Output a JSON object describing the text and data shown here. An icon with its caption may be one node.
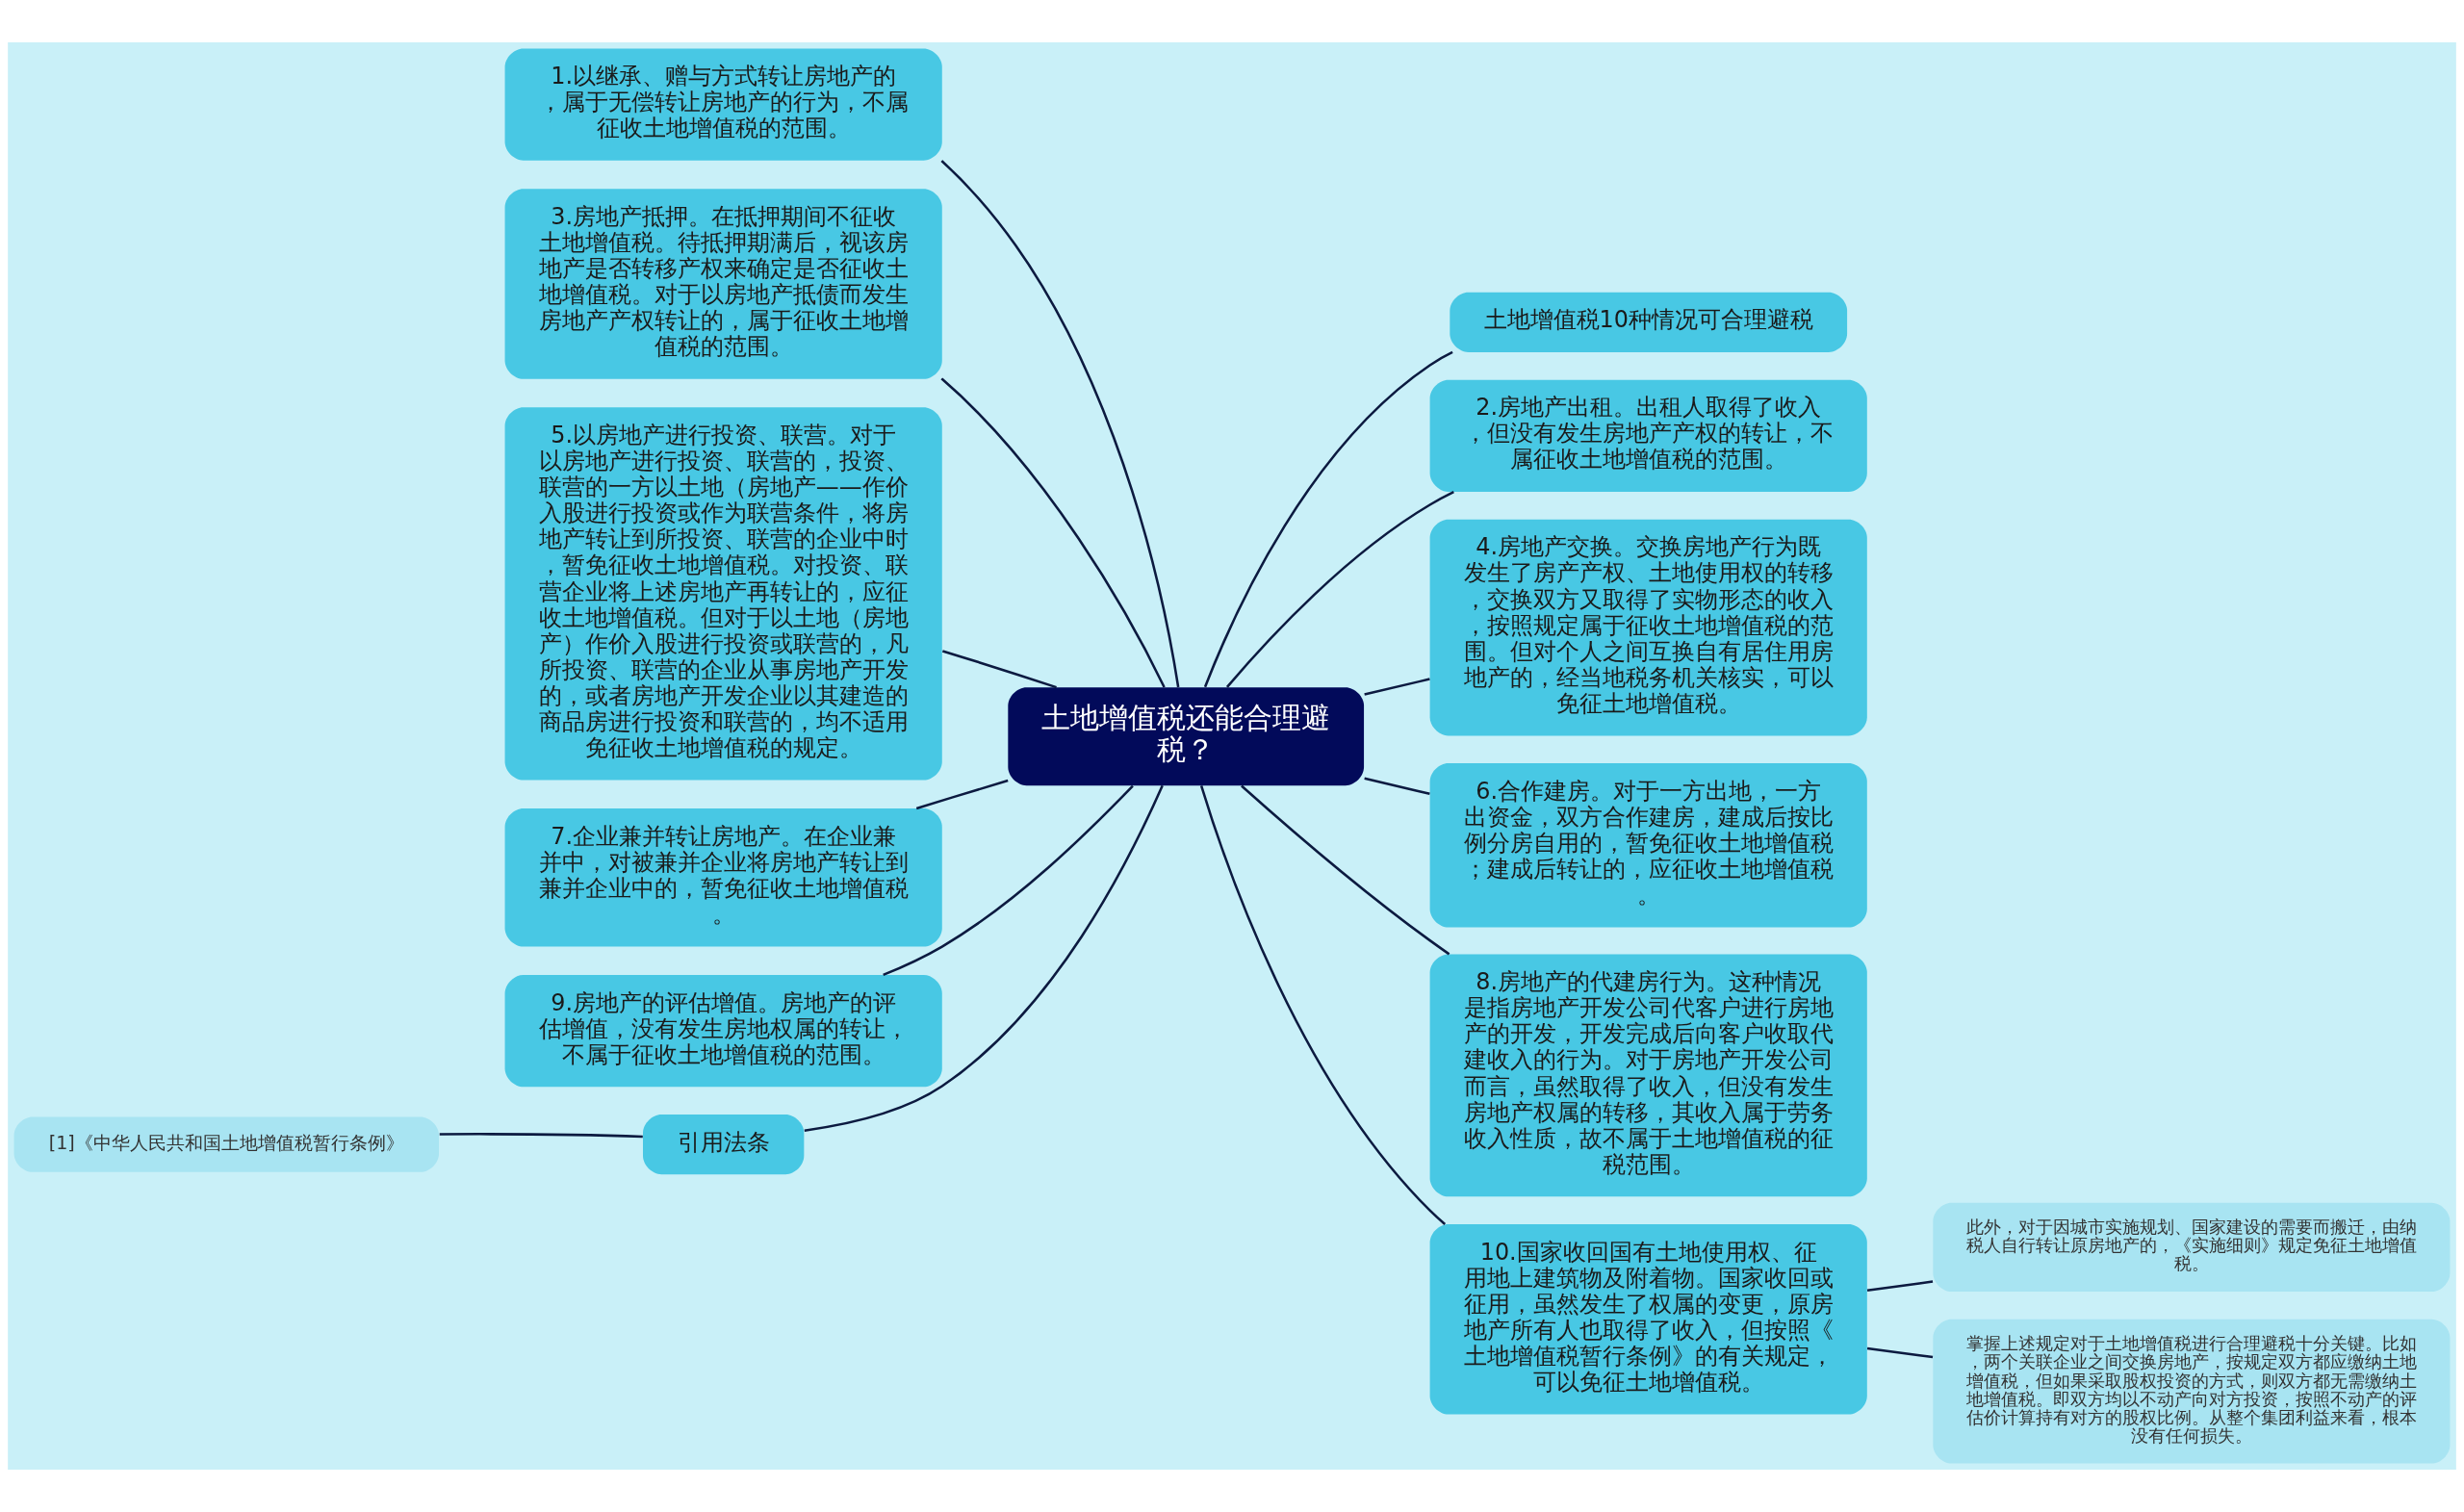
{
  "diagram": {
    "nodes": [
      {
        "text": [
          "土地增值税还能合理避税？"
        ]
      },
      {
        "text": [
          "1.以继承、赠与方式转让房地产的，属于无偿转让房地产的行为，不属征收土地增值税的范围。"
        ]
      },
      {
        "text": [
          "土地增值税10种情况可合理避税"
        ]
      },
      {
        "text": [
          "2.房地产出租。出租人取得了收入，但没有发生房地产产权的转让，不属征收土地增值税的范围。"
        ]
      },
      {
        "text": [
          "3.房地产抵押。在抵押期间不征收土地增值税。待抵押期满后，视该房地产是否转移产权来确定是否征收土地增值税。对于以房地产抵债而发生房地产产权转让的，属于征收土地增值税的范围。"
        ]
      },
      {
        "text": [
          "4.房地产交换。交换房地产行为既发生了房产产权、土地使用权的转移，交换双方又取得了实物形态的收入，按照规定属于征收土地增值税的范围。但对个人之间互换自有居住用房地产的，经当地税务机关核实，可以免征土地增值税。"
        ]
      },
      {
        "text": [
          "5.以房地产进行投资、联营。对于以房地产进行投资、联营的，投资、联营的一方以土地（房地产——作价入股进行投资或作为联营条件，将房地产转让到所投资、联营的企业中时，暂免征收土地增值税。对投资、联营企业将上述房地产再转让的，应征收土地增值税。但对于以土地（房地产）作价入股进行投资或联营的，凡所投资、联营的企业从事房地产开发的，或者房地产开发企业以其建造的商品房进行投资和联营的，均不适用免征收土地增值税的规定。"
        ]
      },
      {
        "text": [
          "6.合作建房。对于一方出地，一方出资金，双方合作建房，建成后按比例分房自用的，暂免征收土地增值税；建成后转让的，应征收土地增值税。"
        ]
      },
      {
        "text": [
          "7.企业兼并转让房地产。在企业兼并中，对被兼并企业将房地产转让到兼并企业中的，暂免征收土地增值税。"
        ]
      },
      {
        "text": [
          "8.房地产的代建房行为。这种情况是指房地产开发公司代客户进行房地产的开发，开发完成后向客户收取代建收入的行为。对于房地产开发公司而言，虽然取得了收入，但没有发生房地产权属的转移，其收入属于劳务收入性质，故不属于土地增值税的征税范围。"
        ]
      },
      {
        "text": [
          "9.房地产的评估增值。房地产的评估增值，没有发生房地权属的转让，不属于征收土地增值税的范围。"
        ]
      },
      {
        "text": [
          "10.国家收回国有土地使用权、征用地上建筑物及附着物。国家收回或征用，虽然发生了权属的变更，原房地产所有人也取得了收入，但按照《土地增值税暂行条例》的有关规定，可以免征土地增值税。"
        ]
      },
      {
        "text": [
          "引用法条"
        ]
      },
      {
        "text": [
          "[1]《中华人民共和国土地增值税暂行条例》"
        ]
      },
      {
        "text": [
          "此外，对于因城市实施规划、国家建设的需要而搬迁，由纳税人自行转让原房地产的，《实施细则》规定免征土地增值税。"
        ]
      },
      {
        "text": [
          "掌握上述规定对于土地增值税进行合理避税十分关键。比如，两个关联企业之间交换房地产，按规定双方都应缴纳土地增值税，但如果采取股权投资的方式，则双方都无需缴纳土地增值税。即双方均以不动产向对方投资，按照不动产的评估价计算持有对方的股权比例。从整个集团利益来看，根本没有任何损失。"
        ]
      }
    ],
    "edges": [
      {
        "from": 0,
        "to": 1,
        "arrow": "none"
      },
      {
        "from": 0,
        "to": 2,
        "arrow": "none"
      },
      {
        "from": 0,
        "to": 3,
        "arrow": "none"
      },
      {
        "from": 0,
        "to": 4,
        "arrow": "none"
      },
      {
        "from": 0,
        "to": 5,
        "arrow": "none"
      },
      {
        "from": 0,
        "to": 6,
        "arrow": "none"
      },
      {
        "from": 0,
        "to": 7,
        "arrow": "none"
      },
      {
        "from": 0,
        "to": 8,
        "arrow": "none"
      },
      {
        "from": 0,
        "to": 9,
        "arrow": "none"
      },
      {
        "from": 0,
        "to": 10,
        "arrow": "none"
      },
      {
        "from": 0,
        "to": 11,
        "arrow": "none"
      },
      {
        "from": 0,
        "to": 12,
        "arrow": "none"
      },
      {
        "from": 12,
        "to": 13,
        "arrow": "none"
      },
      {
        "from": 11,
        "to": 14,
        "arrow": "none"
      },
      {
        "from": 11,
        "to": 15,
        "arrow": "none"
      }
    ]
  }
}
